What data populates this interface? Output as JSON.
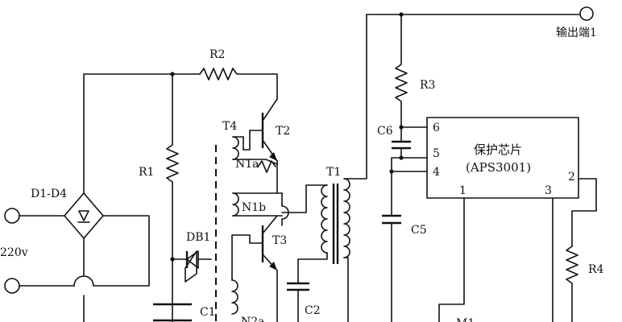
{
  "labels": {
    "output": "输出端1",
    "r2": "R2",
    "r3": "R3",
    "r1": "R1",
    "r4": "R4",
    "t4": "T4",
    "t2": "T2",
    "t3": "T3",
    "t1": "T1",
    "n1a": "N1a",
    "n1b": "N1b",
    "n2a": "N2a",
    "c6": "C6",
    "c5": "C5",
    "c1": "C1",
    "c2": "C2",
    "d1d4": "D1-D4",
    "db1": "DB1",
    "v220": "220v",
    "m1": "M1"
  },
  "chip": {
    "name": "保护芯片",
    "model": "(APS3001)",
    "pins": {
      "p1": "1",
      "p2": "2",
      "p3": "3",
      "p4": "4",
      "p5": "5",
      "p6": "6"
    }
  }
}
